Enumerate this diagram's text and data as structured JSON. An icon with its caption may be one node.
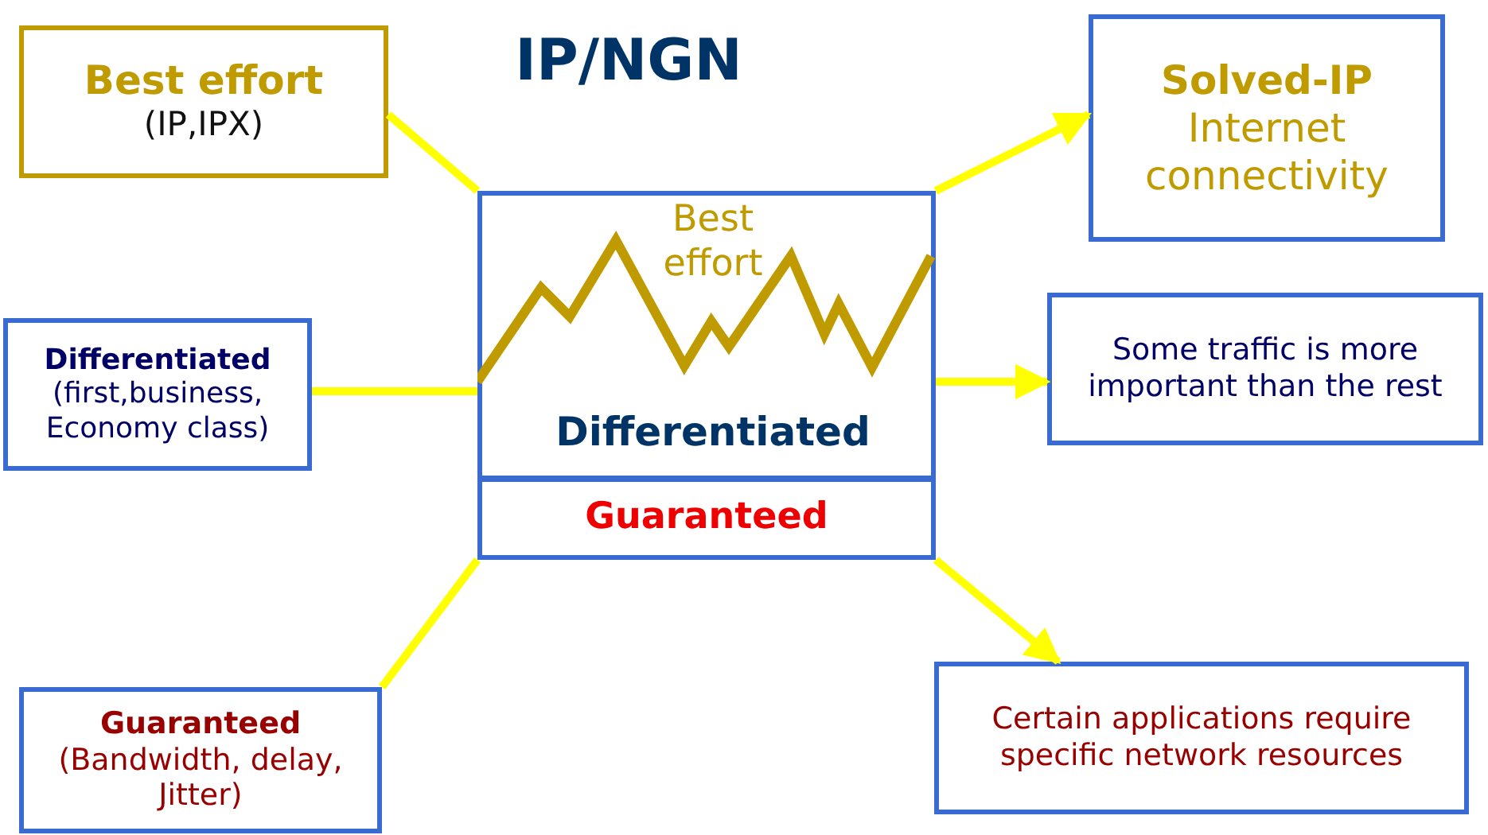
{
  "diagram": {
    "title": "IP/NGN",
    "nodes": [
      {
        "text": [
          "Best effort",
          "(IP,IPX)"
        ]
      },
      {
        "text": [
          "Solved-IP",
          "Internet connectivity"
        ]
      },
      {
        "text": [
          "Differentiated",
          "(first,business, Economy class)"
        ]
      },
      {
        "text": [
          "Best effort",
          "Differentiated"
        ]
      },
      {
        "text": [
          "Some traffic is more important than the rest"
        ]
      },
      {
        "text": [
          "Guaranteed"
        ]
      },
      {
        "text": [
          "Guaranteed",
          "(Bandwidth, delay, Jitter)"
        ]
      },
      {
        "text": [
          "Certain applications require specific network resources"
        ]
      }
    ],
    "edges": [
      {
        "from": 0,
        "to": 3,
        "arrow": "none"
      },
      {
        "from": 2,
        "to": 3,
        "arrow": "none"
      },
      {
        "from": 6,
        "to": 5,
        "arrow": "none"
      },
      {
        "from": 3,
        "to": 1,
        "arrow": "to"
      },
      {
        "from": 3,
        "to": 4,
        "arrow": "to"
      },
      {
        "from": 5,
        "to": 7,
        "arrow": "to"
      }
    ]
  }
}
